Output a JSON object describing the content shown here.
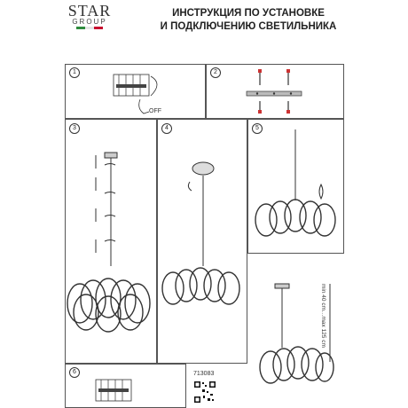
{
  "brand": {
    "logo_main": "STAR",
    "logo_sub": "GROUP",
    "flag_colors": [
      "#2e8b3d",
      "#ffffff",
      "#c8102e"
    ]
  },
  "title": {
    "line1": "ИНСТРУКЦИЯ ПО УСТАНОВКЕ",
    "line2": "И ПОДКЛЮЧЕНИЮ СВЕТИЛЬНИКА"
  },
  "steps": [
    {
      "number": "1"
    },
    {
      "number": "2"
    },
    {
      "number": "3"
    },
    {
      "number": "4"
    },
    {
      "number": "5"
    },
    {
      "number": "6"
    }
  ],
  "labels": {
    "off": "OFF",
    "height_range": "min 40 cm…max 125 cm",
    "model": "713083"
  },
  "icons": [
    "power-switch-icon",
    "screw-icon",
    "rotate-arrow-icon",
    "bulb-icon",
    "qr-code-icon"
  ]
}
